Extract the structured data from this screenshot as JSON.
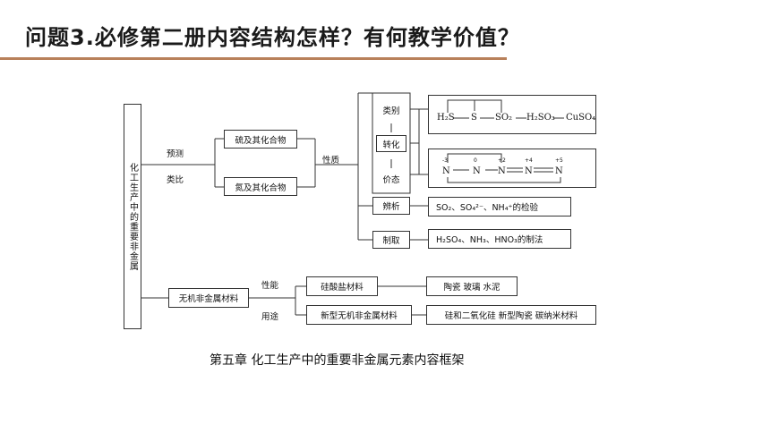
{
  "page": {
    "title": "问题3.必修第二册内容结构怎样？有何教学价值？",
    "caption": "第五章  化工生产中的重要非金属元素内容框架"
  },
  "diagram": {
    "root": "化工生产中的重要非金属",
    "predict_label": "预测",
    "analogy_label": "类比",
    "sulfur_compounds": "硫及其化合物",
    "nitrogen_compounds": "氮及其化合物",
    "properties_label": "性质",
    "category": "类别",
    "transformation": "转化",
    "valence": "价态",
    "identify": "辨析",
    "preparation": "制取",
    "sulfur_chain": [
      "H₂S",
      "S",
      "SO₂",
      "H₂SO₃",
      "CuSO₄"
    ],
    "nitrogen_chain": [
      "N",
      "N",
      "N",
      "N",
      "N"
    ],
    "nitrogen_valences": [
      "-3",
      "0",
      "+2",
      "+4",
      "+5"
    ],
    "identify_content": "SO₂、SO₄²⁻、NH₄⁺的检验",
    "preparation_content": "H₂SO₄、NH₃、HNO₃的制法",
    "inorganic_materials": "无机非金属材料",
    "performance_label": "性能",
    "usage_label": "用途",
    "silicate_materials": "硅酸盐材料",
    "silicate_examples": "陶瓷   玻璃   水泥",
    "new_materials": "新型无机非金属材料",
    "new_examples": "硅和二氧化硅  新型陶瓷   碳纳米材料"
  },
  "colors": {
    "accent_rule": "#b8805a"
  }
}
